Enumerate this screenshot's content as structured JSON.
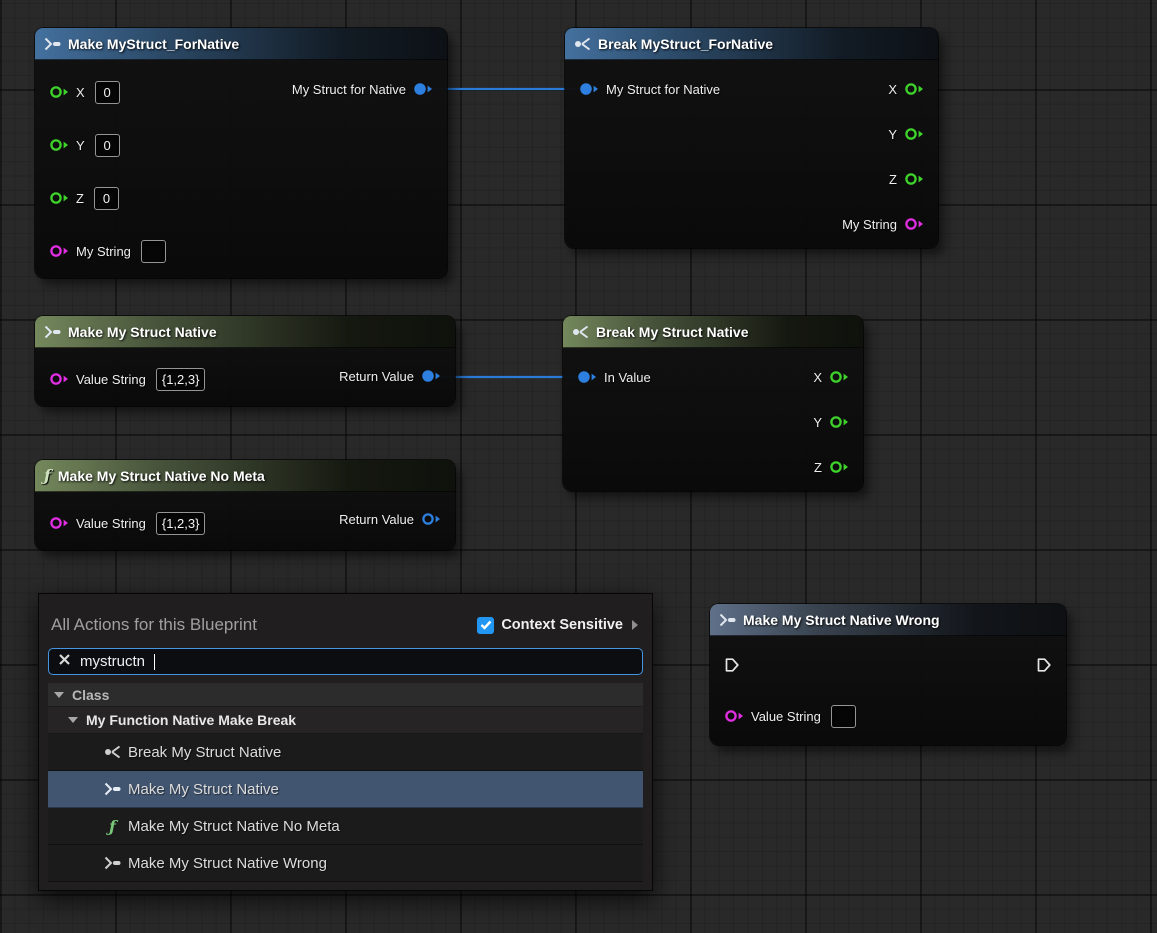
{
  "colors": {
    "pin_int": "#3fd42c",
    "pin_string": "#e22ee2",
    "pin_struct": "#2d7fe0",
    "pin_exec": "#e6e6e6",
    "wire": "#2b7bd6",
    "header_blue": "#44719f",
    "header_green": "#74885c",
    "header_steel": "#5f7089",
    "selection_row": "#415470",
    "checkbox_blue": "#2196f3"
  },
  "nodes": {
    "make_fornative": {
      "title": "Make MyStruct_ForNative",
      "inputs": [
        {
          "label": "X",
          "value": "0"
        },
        {
          "label": "Y",
          "value": "0"
        },
        {
          "label": "Z",
          "value": "0"
        },
        {
          "label": "My String",
          "value": ""
        }
      ],
      "output": {
        "label": "My Struct for Native"
      }
    },
    "break_fornative": {
      "title": "Break MyStruct_ForNative",
      "input": {
        "label": "My Struct for Native"
      },
      "outputs": [
        {
          "label": "X"
        },
        {
          "label": "Y"
        },
        {
          "label": "Z"
        },
        {
          "label": "My String"
        }
      ]
    },
    "make_native": {
      "title": "Make My Struct Native",
      "input": {
        "label": "Value String",
        "value": "{1,2,3}"
      },
      "output": {
        "label": "Return Value"
      }
    },
    "break_native": {
      "title": "Break My Struct Native",
      "input": {
        "label": "In Value"
      },
      "outputs": [
        {
          "label": "X"
        },
        {
          "label": "Y"
        },
        {
          "label": "Z"
        }
      ]
    },
    "make_no_meta": {
      "title": "Make My Struct Native No Meta",
      "input": {
        "label": "Value String",
        "value": "{1,2,3}"
      },
      "output": {
        "label": "Return Value"
      }
    },
    "make_wrong": {
      "title": "Make My Struct Native Wrong",
      "input": {
        "label": "Value String",
        "value": ""
      }
    }
  },
  "menu": {
    "title": "All Actions for this Blueprint",
    "context_sensitive": {
      "label": "Context Sensitive",
      "checked": true
    },
    "search": {
      "value": "mystructn"
    },
    "tree": {
      "category": "Class",
      "group": "My Function Native Make Break",
      "items": [
        {
          "label": "Break My Struct Native",
          "icon": "break-struct-icon",
          "selected": false
        },
        {
          "label": "Make My Struct Native",
          "icon": "make-struct-icon",
          "selected": true
        },
        {
          "label": "Make My Struct Native No Meta",
          "icon": "function-icon",
          "selected": false
        },
        {
          "label": "Make My Struct Native Wrong",
          "icon": "make-struct-icon",
          "selected": false
        }
      ]
    }
  }
}
